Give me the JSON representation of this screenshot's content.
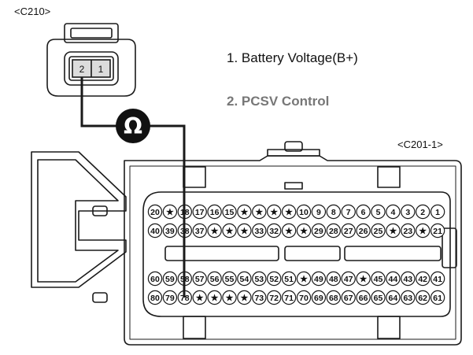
{
  "connectors": {
    "c210": {
      "tag": "<C210>",
      "pins": [
        "2",
        "1"
      ]
    },
    "c201_1": {
      "tag": "<C201-1>",
      "rows": [
        [
          "20",
          "★",
          "18",
          "17",
          "16",
          "15",
          "★",
          "★",
          "★",
          "★",
          "10",
          "9",
          "8",
          "7",
          "6",
          "5",
          "4",
          "3",
          "2",
          "1"
        ],
        [
          "40",
          "39",
          "38",
          "37",
          "★",
          "★",
          "★",
          "33",
          "32",
          "★",
          "★",
          "29",
          "28",
          "27",
          "26",
          "25",
          "★",
          "23",
          "★",
          "21"
        ],
        [
          "60",
          "59",
          "58",
          "57",
          "56",
          "55",
          "54",
          "53",
          "52",
          "51",
          "★",
          "49",
          "48",
          "47",
          "★",
          "45",
          "44",
          "43",
          "42",
          "41"
        ],
        [
          "80",
          "79",
          "78",
          "★",
          "★",
          "★",
          "★",
          "73",
          "72",
          "71",
          "70",
          "69",
          "68",
          "67",
          "66",
          "65",
          "64",
          "63",
          "62",
          "61"
        ]
      ]
    }
  },
  "legend": [
    {
      "text": "1. Battery Voltage(B+)"
    },
    {
      "text": "2. PCSV Control"
    }
  ],
  "meter": {
    "symbol": "Ω"
  },
  "colors": {
    "line": "#1a1a1a",
    "pin_fill": "#ffffff",
    "legend2": "#777777"
  }
}
